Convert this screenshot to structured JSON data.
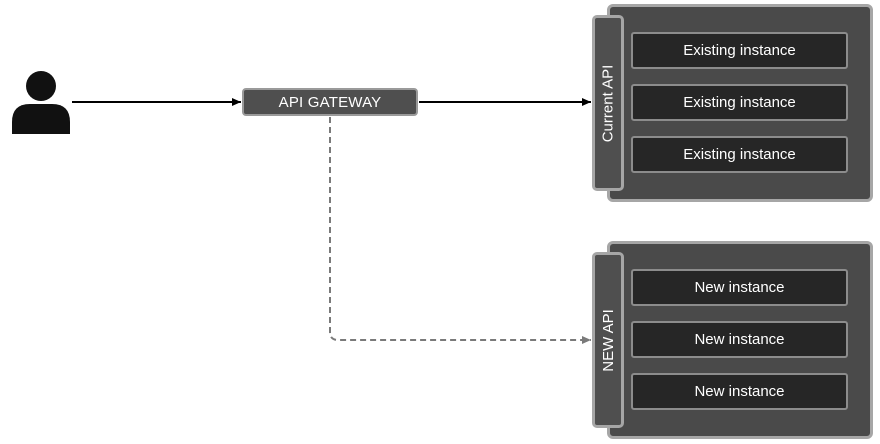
{
  "gateway": {
    "label": "API GATEWAY"
  },
  "groups": [
    {
      "label": "Current API",
      "instances": [
        "Existing instance",
        "Existing instance",
        "Existing instance"
      ]
    },
    {
      "label": "NEW API",
      "instances": [
        "New instance",
        "New instance",
        "New instance"
      ]
    }
  ],
  "icons": {
    "user": "user-icon"
  },
  "colors": {
    "node_fill": "#4f4f4f",
    "instance_fill": "#262626",
    "border": "#a6a6a6",
    "solid_line": "#000000",
    "dashed_line": "#7a7a7a"
  }
}
